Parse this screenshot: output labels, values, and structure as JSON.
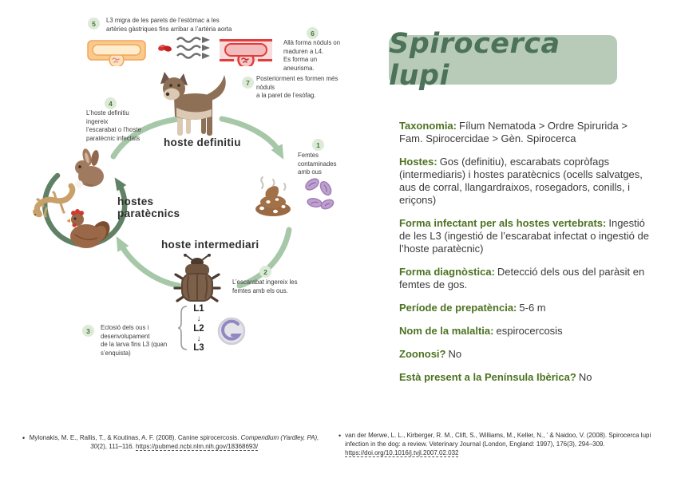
{
  "title_panel": {
    "text": "Spirocerca lupi"
  },
  "colors": {
    "title_bg": "#b8cbb9",
    "title_text": "#4c7359",
    "heading_green": "#4d7221",
    "badge_bg": "#dcead7",
    "badge_text": "#45753a",
    "cycle_arrow_light": "#a6c8a8",
    "cycle_arrow_dark": "#5f8165",
    "stomach_orange": "#f3a656",
    "artery_red": "#e23c3c",
    "egg_purple": "#c0a0d0"
  },
  "diagram": {
    "steps": {
      "s1": {
        "num": "1",
        "text": "Femtes contaminades\namb ous"
      },
      "s2": {
        "num": "2",
        "text": "L’escarabat ingereix les\nfemtes amb els ous."
      },
      "s3": {
        "num": "3",
        "text": "Eclosió dels ous i desenvolupament\nde la larva fins L3 (quan s’enquista)"
      },
      "s4": {
        "num": "4",
        "text": "L’hoste definitiu ingereix\nl’escarabat o l’hoste\nparatècnic infectats"
      },
      "s5": {
        "num": "5",
        "text": "L3 migra de les parets de l’estòmac a les\nartèries gàstriques fins arribar a l’artèria aorta"
      },
      "s6": {
        "num": "6",
        "text": "Allà forma nòduls on maduren a L4.\nEs forma un aneurisma."
      },
      "s7": {
        "num": "7",
        "text": "Posteriorment es formen més nòduls\na la paret de l’esòfag."
      }
    },
    "labels": {
      "definitive_host": "hoste definitiu",
      "paratenic_hosts": "hostes\nparatècnics",
      "intermediate_host": "hoste intermediari"
    },
    "larva_stages": [
      "L1",
      "L2",
      "L3"
    ],
    "icons": {
      "down_arrow": "↓",
      "bullet": "•"
    }
  },
  "info_panel": {
    "sections": [
      {
        "label": "Taxonomia:",
        "body": "Fílum Nematoda > Ordre Spirurida > Fam. Spirocercidae > Gèn. Spirocerca"
      },
      {
        "label": "Hostes:",
        "body": "Gos (definitiu), escarabats copròfags (intermediaris) i hostes paratècnics (ocells salvatges, aus de corral, llangardraixos, rosegadors, conills, i eriçons)"
      },
      {
        "label": "Forma infectant per als hostes vertebrats:",
        "body": "Ingestió de les L3 (ingestió de l’escarabat infectat o ingestió de l’hoste paratècnic)"
      },
      {
        "label": "Forma diagnòstica:",
        "body": "Detecció dels ous del paràsit en femtes de gos."
      },
      {
        "label": "Període de prepatència:",
        "body": "5-6 m"
      },
      {
        "label": "Nom de la malaltia:",
        "body": "espirocercosis"
      },
      {
        "label": "Zoonosi?",
        "body": "No"
      },
      {
        "label": "Està present a la Península Ibèrica?",
        "body": "No"
      }
    ]
  },
  "references": [
    {
      "pre": "Mylonakis, M. E., Rallis, T., & Koutinas, A. F. (2008). Canine spirocercosis. ",
      "italic": "Compendium (Yardley, PA), 30",
      "post": "(2), 111–116. ",
      "link": "https://pubmed.ncbi.nlm.nih.gov/18368693/"
    },
    {
      "pre": "van der Merwe, L. L., Kirberger, R. M., Clift, S., Williams, M., Keller, N., ’ & Naidoo, V. (2008). Spirocerca lupi infection in the dog: a review. Veterinary Journal (London, England: 1997), 176(3), 294–309. ",
      "link": "https://doi.org/10.1016/j.tvjl.2007.02.032"
    }
  ]
}
